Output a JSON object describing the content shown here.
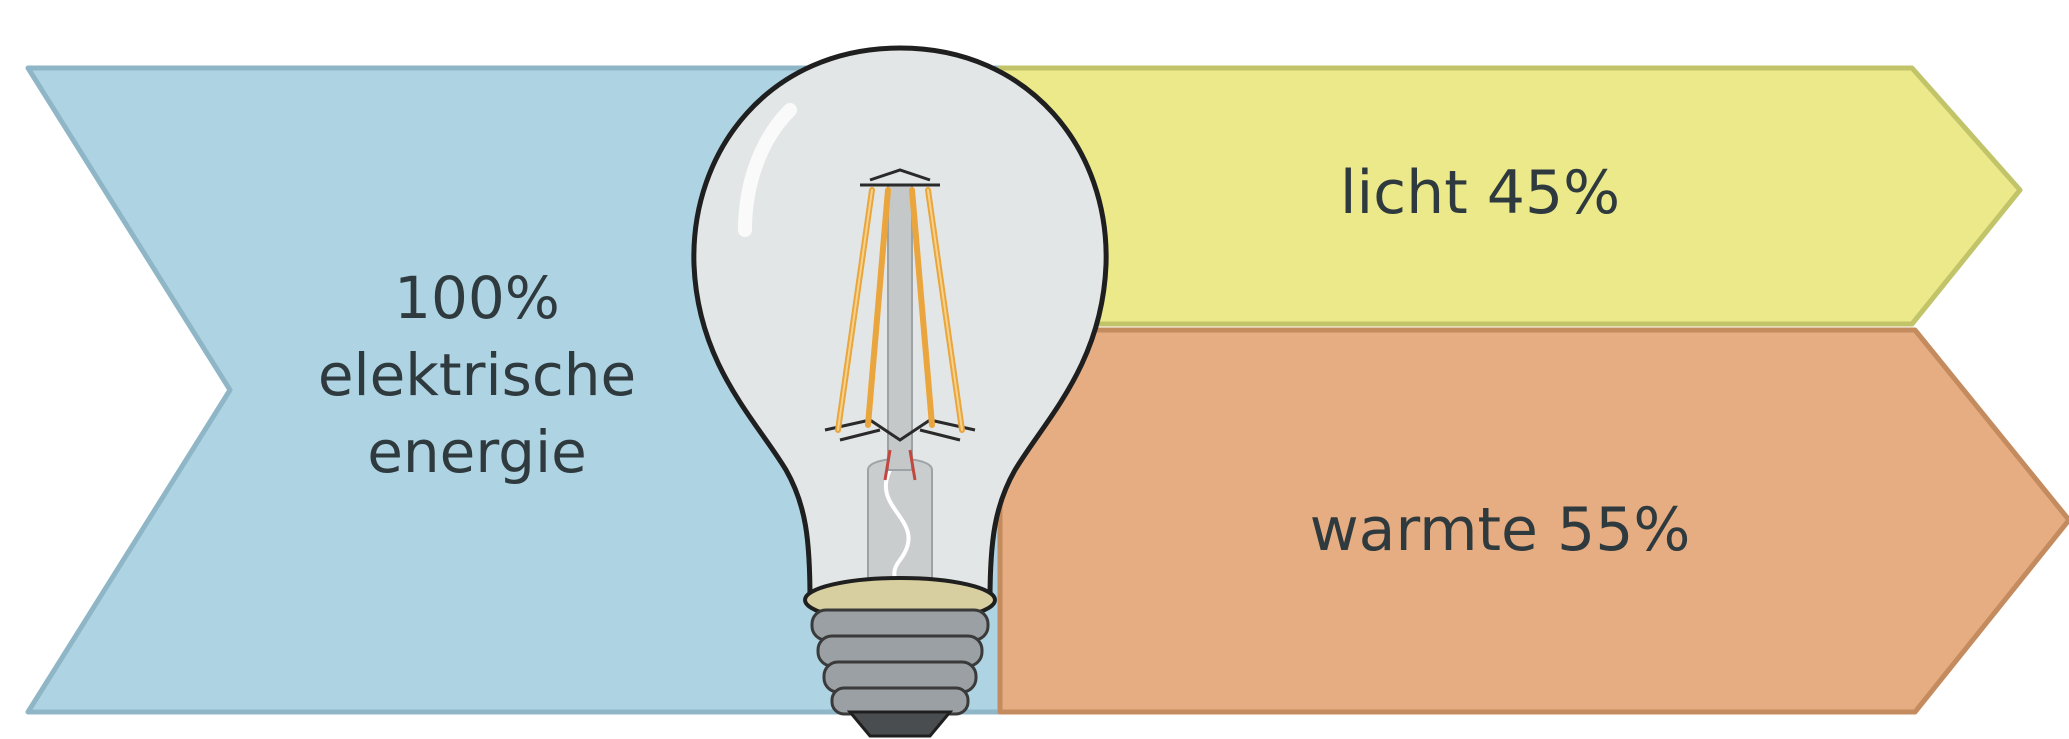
{
  "diagram": {
    "input": {
      "line1": "100%",
      "line2": "elektrische",
      "line3": "energie",
      "color": "#aed4e3"
    },
    "outputs": {
      "light": {
        "label": "licht 45%",
        "value": 45,
        "color": "#ece98a"
      },
      "heat": {
        "label": "warmte 55%",
        "value": 55,
        "color": "#e6ad82"
      }
    }
  }
}
